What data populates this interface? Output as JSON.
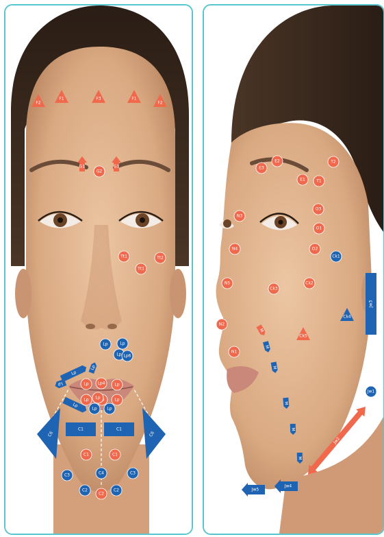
{
  "colors": {
    "accent_frame": "#58c6cf",
    "marker_orange": "#f0694d",
    "marker_blue": "#1f64b3",
    "skin": "#e3b894",
    "hair": "#3a2a1f",
    "lips": "#c9887a",
    "guide_line": "#ffffff"
  },
  "left_panel": {
    "view": "frontal face",
    "markers": [
      {
        "label": "F2",
        "color": "orange",
        "shape": "triangle-up"
      },
      {
        "label": "F1",
        "color": "orange",
        "shape": "triangle-up"
      },
      {
        "label": "F3",
        "color": "orange",
        "shape": "triangle-up"
      },
      {
        "label": "F1",
        "color": "orange",
        "shape": "triangle-up"
      },
      {
        "label": "F2",
        "color": "orange",
        "shape": "triangle-up"
      },
      {
        "label": "G1",
        "color": "orange",
        "shape": "arrow-up"
      },
      {
        "label": "G2",
        "color": "orange",
        "shape": "circle"
      },
      {
        "label": "G1",
        "color": "orange",
        "shape": "arrow-up"
      },
      {
        "label": "Tt1",
        "color": "orange",
        "shape": "circle"
      },
      {
        "label": "Tt2",
        "color": "orange",
        "shape": "circle"
      },
      {
        "label": "Tt1",
        "color": "orange",
        "shape": "circle"
      },
      {
        "label": "Lp",
        "color": "blue",
        "shape": "circle"
      },
      {
        "label": "Lp",
        "color": "blue",
        "shape": "circle"
      },
      {
        "label": "Lp",
        "color": "blue",
        "shape": "circle"
      },
      {
        "label": "Lp6",
        "color": "blue",
        "shape": "circle"
      },
      {
        "label": "Lp",
        "color": "blue",
        "shape": "arrow-bar"
      },
      {
        "label": "Lp",
        "color": "blue",
        "shape": "arrow-bar"
      },
      {
        "label": "Lp",
        "color": "blue",
        "shape": "arrow-bar"
      },
      {
        "label": "Lp",
        "color": "blue",
        "shape": "arrow-bar"
      },
      {
        "label": "Lp",
        "color": "orange",
        "shape": "circle"
      },
      {
        "label": "Lp4",
        "color": "orange",
        "shape": "circle"
      },
      {
        "label": "Lp",
        "color": "orange",
        "shape": "circle"
      },
      {
        "label": "Lp",
        "color": "orange",
        "shape": "circle"
      },
      {
        "label": "Lp",
        "color": "orange",
        "shape": "circle"
      },
      {
        "label": "Lp",
        "color": "orange",
        "shape": "circle"
      },
      {
        "label": "Lp",
        "color": "orange",
        "shape": "circle"
      },
      {
        "label": "Lp",
        "color": "blue",
        "shape": "circle"
      },
      {
        "label": "Lp",
        "color": "blue",
        "shape": "circle"
      },
      {
        "label": "C6",
        "color": "blue",
        "shape": "large-triangle"
      },
      {
        "label": "C6",
        "color": "blue",
        "shape": "large-triangle"
      },
      {
        "label": "C1",
        "color": "blue",
        "shape": "bar"
      },
      {
        "label": "C1",
        "color": "blue",
        "shape": "bar"
      },
      {
        "label": "C1",
        "color": "orange",
        "shape": "circle"
      },
      {
        "label": "C1",
        "color": "orange",
        "shape": "circle"
      },
      {
        "label": "C3",
        "color": "blue",
        "shape": "circle"
      },
      {
        "label": "C4",
        "color": "blue",
        "shape": "circle"
      },
      {
        "label": "C3",
        "color": "blue",
        "shape": "circle"
      },
      {
        "label": "C2",
        "color": "blue",
        "shape": "circle"
      },
      {
        "label": "C2",
        "color": "orange",
        "shape": "circle"
      },
      {
        "label": "C2",
        "color": "blue",
        "shape": "circle"
      }
    ]
  },
  "right_panel": {
    "view": "three-quarter profile face",
    "markers": [
      {
        "label": "E3",
        "color": "orange",
        "shape": "circle"
      },
      {
        "label": "E2",
        "color": "orange",
        "shape": "circle"
      },
      {
        "label": "T2",
        "color": "orange",
        "shape": "circle"
      },
      {
        "label": "E1",
        "color": "orange",
        "shape": "circle"
      },
      {
        "label": "T1",
        "color": "orange",
        "shape": "circle"
      },
      {
        "label": "O3",
        "color": "orange",
        "shape": "circle"
      },
      {
        "label": "O1",
        "color": "orange",
        "shape": "circle"
      },
      {
        "label": "O2",
        "color": "orange",
        "shape": "circle"
      },
      {
        "label": "N3",
        "color": "orange",
        "shape": "circle"
      },
      {
        "label": "N4",
        "color": "orange",
        "shape": "circle"
      },
      {
        "label": "N5",
        "color": "orange",
        "shape": "circle"
      },
      {
        "label": "N2",
        "color": "orange",
        "shape": "circle"
      },
      {
        "label": "N1",
        "color": "orange",
        "shape": "circle"
      },
      {
        "label": "Ck3",
        "color": "orange",
        "shape": "circle"
      },
      {
        "label": "Ck2",
        "color": "orange",
        "shape": "circle"
      },
      {
        "label": "Ck5",
        "color": "orange",
        "shape": "triangle-up"
      },
      {
        "label": "Ck1",
        "color": "blue",
        "shape": "circle"
      },
      {
        "label": "Ck4",
        "color": "blue",
        "shape": "triangle-up"
      },
      {
        "label": "Jw3",
        "color": "blue",
        "shape": "bar"
      },
      {
        "label": "Jw1",
        "color": "blue",
        "shape": "circle"
      },
      {
        "label": "Jw2",
        "color": "orange",
        "shape": "double-arrow"
      },
      {
        "label": "Jw4",
        "color": "blue",
        "shape": "arrow-left"
      },
      {
        "label": "Jw5",
        "color": "blue",
        "shape": "arrow-left"
      },
      {
        "label": "M",
        "color": "orange",
        "shape": "arrow"
      },
      {
        "label": "M",
        "color": "blue",
        "shape": "arrow"
      },
      {
        "label": "M",
        "color": "blue",
        "shape": "arrow"
      },
      {
        "label": "M",
        "color": "blue",
        "shape": "arrow"
      },
      {
        "label": "M",
        "color": "blue",
        "shape": "arrow"
      },
      {
        "label": "M",
        "color": "blue",
        "shape": "arrow"
      }
    ]
  }
}
